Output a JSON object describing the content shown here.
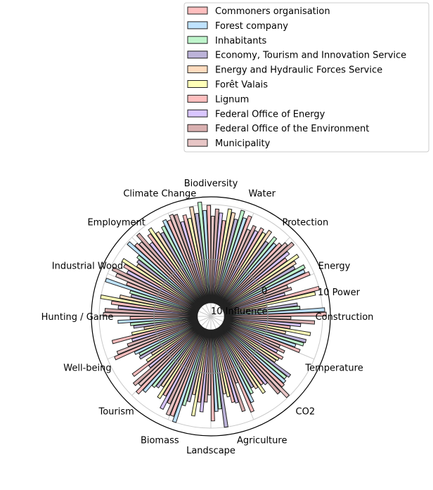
{
  "chart_data": {
    "type": "bar",
    "subtype": "polar-grouped-bar",
    "categories": [
      "Construction",
      "Energy",
      "Protection",
      "Water",
      "Biodiversity",
      "Climate Change",
      "Employment",
      "Industrial Wood",
      "Hunting / Game",
      "Well-being",
      "Tourism",
      "Biomass",
      "Landscape",
      "Agriculture",
      "CO2",
      "Temperature"
    ],
    "radial_tick_labels": [
      "0",
      "10"
    ],
    "annotations": [
      "10 Influence",
      "0",
      "10 Power"
    ],
    "rlim": [
      -8,
      8.6
    ],
    "bar_bottom": -6,
    "legend_position": "top-right",
    "series": [
      {
        "name": "Commoners organisation",
        "color": "#ffbfbf",
        "values": [
          8.1,
          7.0,
          6.0,
          7.0,
          7.5,
          6.6,
          6.5,
          4.6,
          3.3,
          6.6,
          6.8,
          6.9,
          6.6,
          6.5,
          6.0,
          5.3
        ]
      },
      {
        "name": "Forest company",
        "color": "#bfe3ff",
        "values": [
          7.9,
          6.5,
          5.5,
          6.5,
          6.8,
          6.9,
          7.4,
          7.5,
          5.0,
          3.8,
          6.0,
          7.6,
          5.3,
          5.3,
          5.8,
          4.5
        ]
      },
      {
        "name": "Inhabitants",
        "color": "#bff5cc",
        "values": [
          4.5,
          6.8,
          6.2,
          7.4,
          8.0,
          6.2,
          5.2,
          3.8,
          3.3,
          3.3,
          4.7,
          5.0,
          5.0,
          4.2,
          5.5,
          5.5
        ]
      },
      {
        "name": "Economy, Tourism and Innovation Service",
        "color": "#bcb3d9",
        "values": [
          4.2,
          5.5,
          5.0,
          6.0,
          6.5,
          5.5,
          4.8,
          3.5,
          2.9,
          3.5,
          4.4,
          4.3,
          7.6,
          3.5,
          5.8,
          5.7
        ]
      },
      {
        "name": "Energy and Hydraulic Forces Service",
        "color": "#ffdcbf",
        "values": [
          0.0,
          6.0,
          6.5,
          6.8,
          7.5,
          5.9,
          4.5,
          5.0,
          1.5,
          1.8,
          3.9,
          3.2,
          3.0,
          3.9,
          3.0,
          2.7
        ]
      },
      {
        "name": "Forêt Valais",
        "color": "#ffffb8",
        "values": [
          6.9,
          6.8,
          5.8,
          7.2,
          6.0,
          6.9,
          6.6,
          7.6,
          3.3,
          2.9,
          5.5,
          6.1,
          3.5,
          5.0,
          3.2,
          6.1
        ]
      },
      {
        "name": "Lignum",
        "color": "#ffbfbf",
        "values": [
          7.6,
          5.2,
          6.2,
          5.5,
          6.6,
          6.3,
          6.0,
          6.0,
          6.2,
          5.6,
          4.8,
          4.1,
          4.4,
          3.9,
          3.6,
          3.2
        ]
      },
      {
        "name": "Federal Office of Energy",
        "color": "#d9c6ff",
        "values": [
          2.8,
          6.0,
          5.5,
          6.5,
          5.8,
          5.2,
          5.2,
          5.0,
          3.5,
          3.1,
          6.6,
          5.4,
          4.6,
          4.2,
          2.5,
          4.6
        ]
      },
      {
        "name": "Federal Office of the Environment",
        "color": "#d9b0b0",
        "values": [
          3.9,
          7.3,
          6.0,
          7.0,
          7.0,
          7.3,
          7.2,
          6.8,
          4.3,
          6.3,
          5.5,
          4.0,
          6.0,
          6.3,
          3.4,
          6.5
        ]
      },
      {
        "name": "Municipality",
        "color": "#e8c6c6",
        "values": [
          3.5,
          6.6,
          5.2,
          6.0,
          7.2,
          6.2,
          6.4,
          7.0,
          6.0,
          5.8,
          7.0,
          3.0,
          2.0,
          7.5,
          2.5,
          3.2
        ]
      }
    ]
  }
}
